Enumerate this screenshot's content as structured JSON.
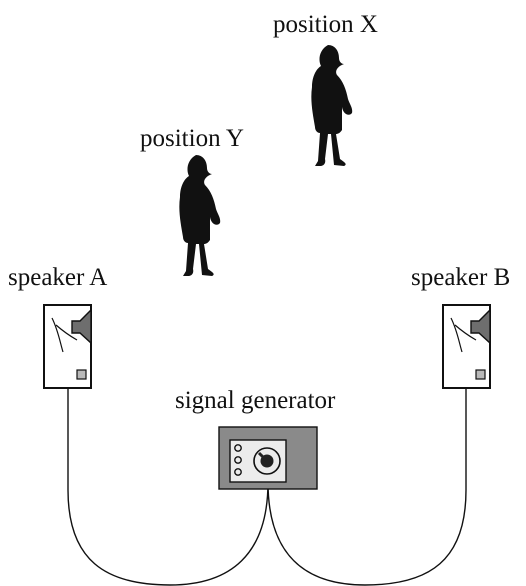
{
  "labels": {
    "position_x": "position X",
    "position_y": "position Y",
    "speaker_a": "speaker A",
    "speaker_b": "speaker B",
    "signal_generator": "signal generator"
  },
  "colors": {
    "ink": "#111111",
    "generator_body": "#8a8a8a",
    "generator_face": "#ececec",
    "speaker_cone": "#6e6e6e",
    "speaker_port": "#b9b9b9"
  },
  "icons": [
    "person-silhouette-icon",
    "speaker-icon",
    "signal-generator-icon",
    "dial-icon"
  ]
}
